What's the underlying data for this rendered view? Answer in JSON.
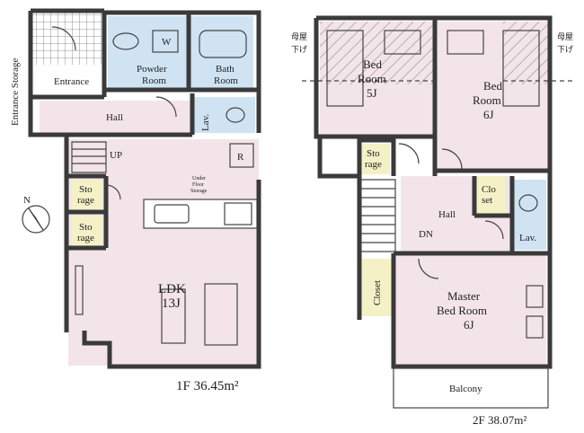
{
  "colors": {
    "floor": "#f3e4ea",
    "wet": "#cfe3f2",
    "storage": "#f4f1c6",
    "wall": "#3a3a3a",
    "hatch": "#9a9a9a"
  },
  "floor1": {
    "entrance_storage": "Entrance Storage",
    "entrance": "Entrance",
    "powder_room_1": "Powder",
    "powder_room_2": "Room",
    "washer": "W",
    "bath_room_1": "Bath",
    "bath_room_2": "Room",
    "hall": "Hall",
    "lav": "Lav.",
    "up": "UP",
    "fridge": "R",
    "under_floor_1": "Under",
    "under_floor_2": "Floor",
    "under_floor_3": "Storage",
    "storage_a_1": "Sto",
    "storage_a_2": "rage",
    "storage_b_1": "Sto",
    "storage_b_2": "rage",
    "ldk_1": "LDK",
    "ldk_2": "13J",
    "area": "1F  36.45m²"
  },
  "floor2": {
    "bed5_1": "Bed",
    "bed5_2": "Room",
    "bed5_3": "5J",
    "bed6_1": "Bed",
    "bed6_2": "Room",
    "bed6_3": "6J",
    "storage_1": "Sto",
    "storage_2": "rage",
    "hall": "Hall",
    "dn": "DN",
    "closet_small_1": "Clo",
    "closet_small_2": "set",
    "lav": "Lav.",
    "closet_tall": "Closet",
    "master_1": "Master",
    "master_2": "Bed Room",
    "master_3": "6J",
    "balcony": "Balcony",
    "eave_left_1": "母屋",
    "eave_left_2": "下げ",
    "eave_right_1": "母屋",
    "eave_right_2": "下げ",
    "area": "2F  38.07m²"
  },
  "compass_label": "N"
}
